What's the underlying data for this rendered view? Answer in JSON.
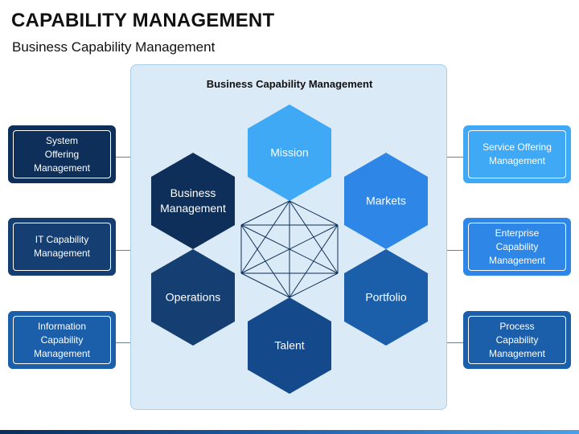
{
  "header": {
    "title": "CAPABILITY MANAGEMENT",
    "subtitle": "Business Capability Management"
  },
  "panel": {
    "title": "Business Capability Management"
  },
  "hexagons": [
    {
      "label": "Mission",
      "color": "#40a9f5"
    },
    {
      "label": "Markets",
      "color": "#2e86e6"
    },
    {
      "label": "Portfolio",
      "color": "#1b5faa"
    },
    {
      "label": "Talent",
      "color": "#144a8c"
    },
    {
      "label": "Operations",
      "color": "#153f73"
    },
    {
      "label": "Business\nManagement",
      "color": "#0e2f5a"
    }
  ],
  "left_boxes": [
    {
      "label": "System\nOffering\nManagement",
      "color": "#0e2f5a"
    },
    {
      "label": "IT Capability\nManagement",
      "color": "#153f73"
    },
    {
      "label": "Information\nCapability\nManagement",
      "color": "#1b5faa"
    }
  ],
  "right_boxes": [
    {
      "label": "Service Offering\nManagement",
      "color": "#40a9f5"
    },
    {
      "label": "Enterprise\nCapability\nManagement",
      "color": "#2e86e6"
    },
    {
      "label": "Process\nCapability\nManagement",
      "color": "#1b5faa"
    }
  ],
  "colors": {
    "panel_bg": "#dbeaf7",
    "mesh_line": "#0e2f5a",
    "connector": "#6f7f8f"
  }
}
